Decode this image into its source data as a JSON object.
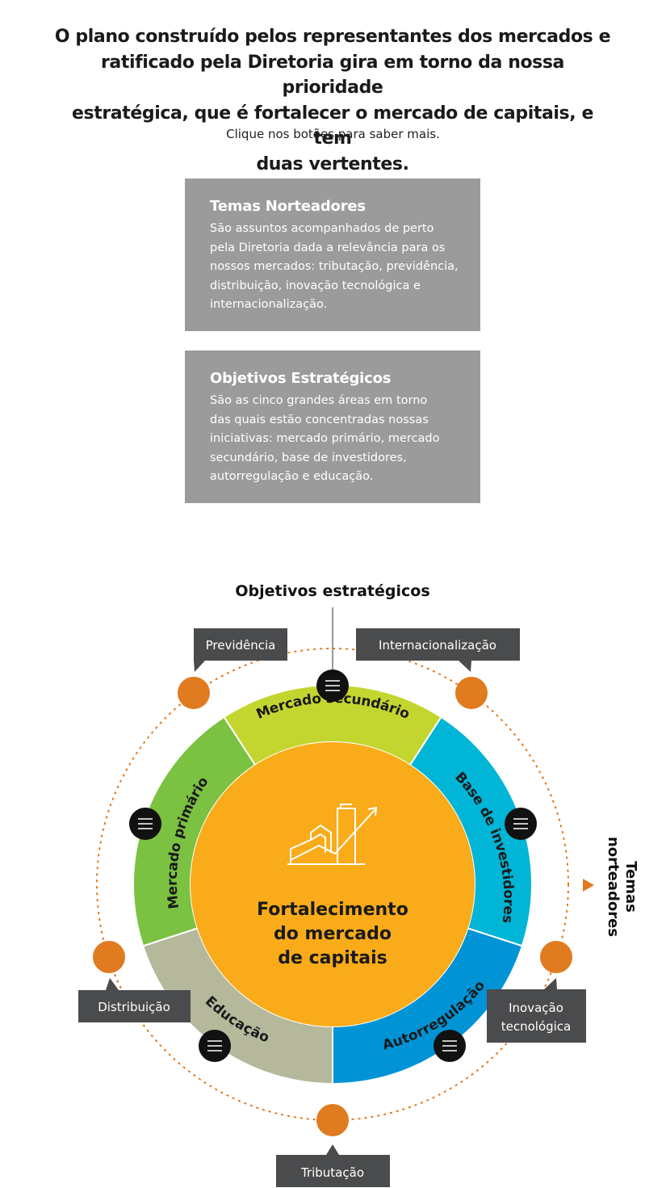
{
  "intro": {
    "lines": [
      "O plano construído pelos representantes dos mercados e",
      "ratificado pela Diretoria gira em torno da nossa prioridade",
      "estratégica, que é fortalecer o mercado de capitais, e tem",
      "duas vertentes."
    ],
    "hint": "Clique nos botões para saber mais."
  },
  "cards": [
    {
      "title": "Temas Norteadores",
      "lines": [
        "São assuntos acompanhados de perto",
        "pela Diretoria dada a relevância para os",
        "nossos mercados: tributação, previdência,",
        "distribuição, inovação tecnológica e",
        "internacionalização."
      ]
    },
    {
      "title": "Objetivos Estratégicos",
      "lines": [
        "São as cinco grandes áreas em torno",
        "das quais estão concentradas nossas",
        "iniciativas: mercado primário, mercado",
        "secundário, base de investidores,",
        "autorregulação e educação."
      ]
    }
  ],
  "diagram": {
    "objetivos_label": "Objetivos estratégicos",
    "temas_label": [
      "Temas",
      "norteadores"
    ],
    "center": {
      "lines": [
        "Fortalecimento",
        "do mercado",
        "de capitais"
      ],
      "color": "#f9ab19"
    },
    "segments": [
      {
        "label": "Mercado secundário",
        "color": "#c3d630"
      },
      {
        "label": "Base de investidores",
        "color": "#00b5d6"
      },
      {
        "label": "Autorregulação",
        "color": "#0093d6"
      },
      {
        "label": "Educação",
        "color": "#b5b89b"
      },
      {
        "label": "Mercado primário",
        "color": "#7bc142"
      }
    ],
    "themes": [
      {
        "label": [
          "Previdência"
        ]
      },
      {
        "label": [
          "Internacionalização"
        ]
      },
      {
        "label": [
          "Inovação",
          "tecnológica"
        ]
      },
      {
        "label": [
          "Tributação"
        ]
      },
      {
        "label": [
          "Distribuição"
        ]
      }
    ],
    "orange": "#e07b1f",
    "tag_color": "#4a4b4d",
    "menu_icon": "menu-icon",
    "chart_icon": "growth-chart-icon"
  }
}
